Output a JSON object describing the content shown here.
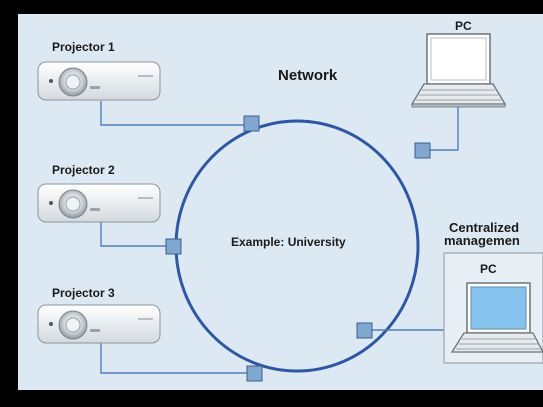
{
  "diagram": {
    "network_label": "Network",
    "example_label": "Example: University",
    "projectors": [
      {
        "label": "Projector 1"
      },
      {
        "label": "Projector 2"
      },
      {
        "label": "Projector 3"
      }
    ],
    "pc_top": {
      "label": "PC"
    },
    "central": {
      "title_line1": "Centralized",
      "title_line2": "managemen",
      "pc_label": "PC"
    },
    "colors": {
      "panel": "#dde9f2",
      "ring": "#2c57a8",
      "wire": "#4f7fbf",
      "node": "#7fa7cf",
      "screen_top": "#ffffff",
      "screen_central": "#86c3ee"
    }
  }
}
